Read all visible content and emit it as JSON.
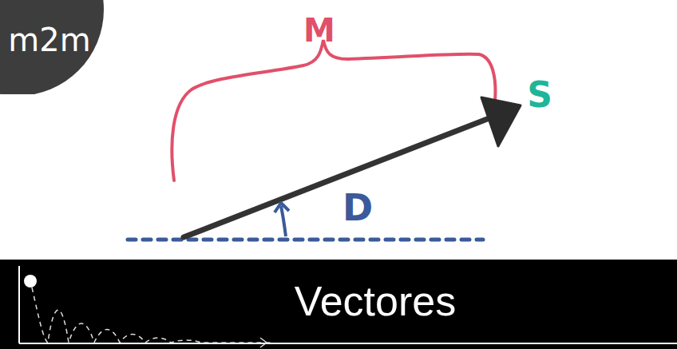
{
  "diagram": {
    "nodes": [
      {
        "text": [
          "m2m"
        ]
      },
      {
        "text": [
          "Vectores"
        ]
      }
    ],
    "labels": [
      "M",
      "S",
      "D"
    ]
  }
}
